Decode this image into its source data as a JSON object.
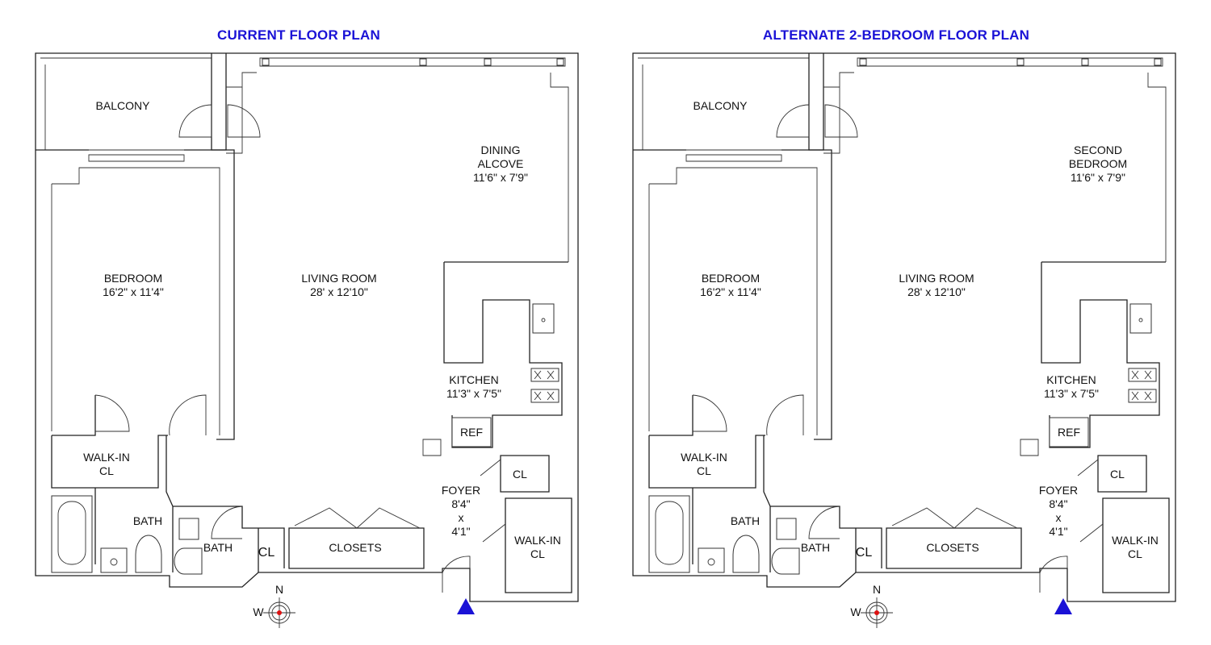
{
  "plans": [
    {
      "title": "CURRENT FLOOR PLAN",
      "balcony": "BALCONY",
      "bedroom": {
        "name": "BEDROOM",
        "dim": "16'2\" x 11'4\""
      },
      "living": {
        "name": "LIVING ROOM",
        "dim": "28' x 12'10\""
      },
      "upper_right": {
        "line1": "DINING",
        "line2": "ALCOVE",
        "dim": "11'6\" x 7'9\""
      },
      "kitchen": {
        "name": "KITCHEN",
        "dim": "11'3\" x 7'5\""
      },
      "ref": "REF",
      "walkin_left": {
        "line1": "WALK-IN",
        "line2": "CL"
      },
      "bath_main": "BATH",
      "bath_small": "BATH",
      "cl_small": "CL",
      "closets": "CLOSETS",
      "foyer": {
        "name": "FOYER",
        "dim1": "8'4\"",
        "dim2": "x",
        "dim3": "4'1\""
      },
      "cl_foyer": "CL",
      "walkin_right": {
        "line1": "WALK-IN",
        "line2": "CL"
      },
      "compass": {
        "n": "N",
        "w": "W"
      }
    },
    {
      "title": "ALTERNATE 2-BEDROOM FLOOR PLAN",
      "balcony": "BALCONY",
      "bedroom": {
        "name": "BEDROOM",
        "dim": "16'2\" x 11'4\""
      },
      "living": {
        "name": "LIVING ROOM",
        "dim": "28' x 12'10\""
      },
      "upper_right": {
        "line1": "SECOND",
        "line2": "BEDROOM",
        "dim": "11'6\" x 7'9\""
      },
      "kitchen": {
        "name": "KITCHEN",
        "dim": "11'3\" x 7'5\""
      },
      "ref": "REF",
      "walkin_left": {
        "line1": "WALK-IN",
        "line2": "CL"
      },
      "bath_main": "BATH",
      "bath_small": "BATH",
      "cl_small": "CL",
      "closets": "CLOSETS",
      "foyer": {
        "name": "FOYER",
        "dim1": "8'4\"",
        "dim2": "x",
        "dim3": "4'1\""
      },
      "cl_foyer": "CL",
      "walkin_right": {
        "line1": "WALK-IN",
        "line2": "CL"
      },
      "compass": {
        "n": "N",
        "w": "W"
      }
    }
  ],
  "colors": {
    "title": "#1a12d6",
    "entry_marker": "#1a12d6",
    "compass_center": "#d11"
  }
}
